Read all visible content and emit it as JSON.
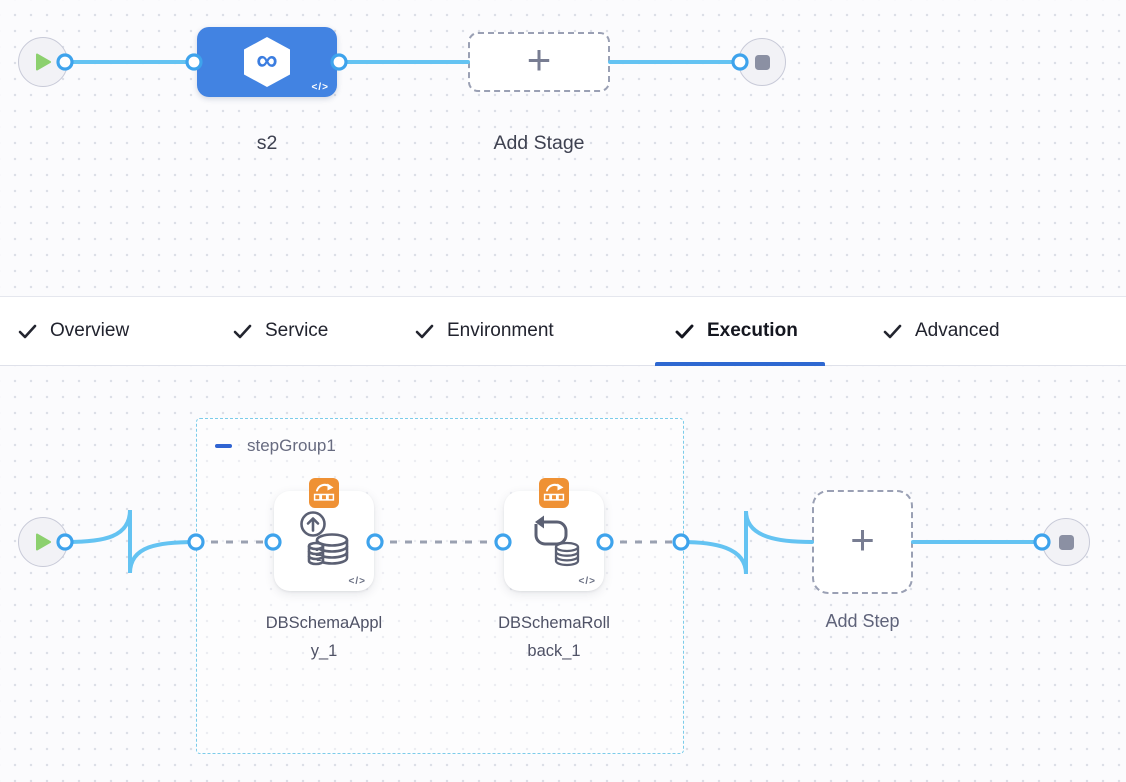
{
  "stage_pipeline": {
    "stage": {
      "name": "s2",
      "code_icon": "</>"
    },
    "add_stage": {
      "label": "Add Stage"
    }
  },
  "tabs": [
    {
      "label": "Overview",
      "checked": true,
      "active": false
    },
    {
      "label": "Service",
      "checked": true,
      "active": false
    },
    {
      "label": "Environment",
      "checked": true,
      "active": false
    },
    {
      "label": "Execution",
      "checked": true,
      "active": true
    },
    {
      "label": "Advanced",
      "checked": true,
      "active": false
    }
  ],
  "execution": {
    "step_group": {
      "name": "stepGroup1"
    },
    "steps": [
      {
        "name": "DBSchemaApply_1",
        "code_icon": "</>"
      },
      {
        "name": "DBSchemaRollback_1",
        "code_icon": "</>"
      }
    ],
    "add_step": {
      "label": "Add Step"
    }
  },
  "icons": {
    "plus": "+"
  },
  "colors": {
    "stage_blue": "#4283e2",
    "connector_blue": "#64c3f2",
    "port_blue": "#3ea3ec",
    "dashed_connector_gray": "#9aa1b1",
    "active_tab_underline": "#2e68d1",
    "step_group_border": "#7bccea",
    "badge_orange": "#ef9134",
    "play_green": "#8cd06e",
    "end_square_gray": "#8b90a3"
  }
}
